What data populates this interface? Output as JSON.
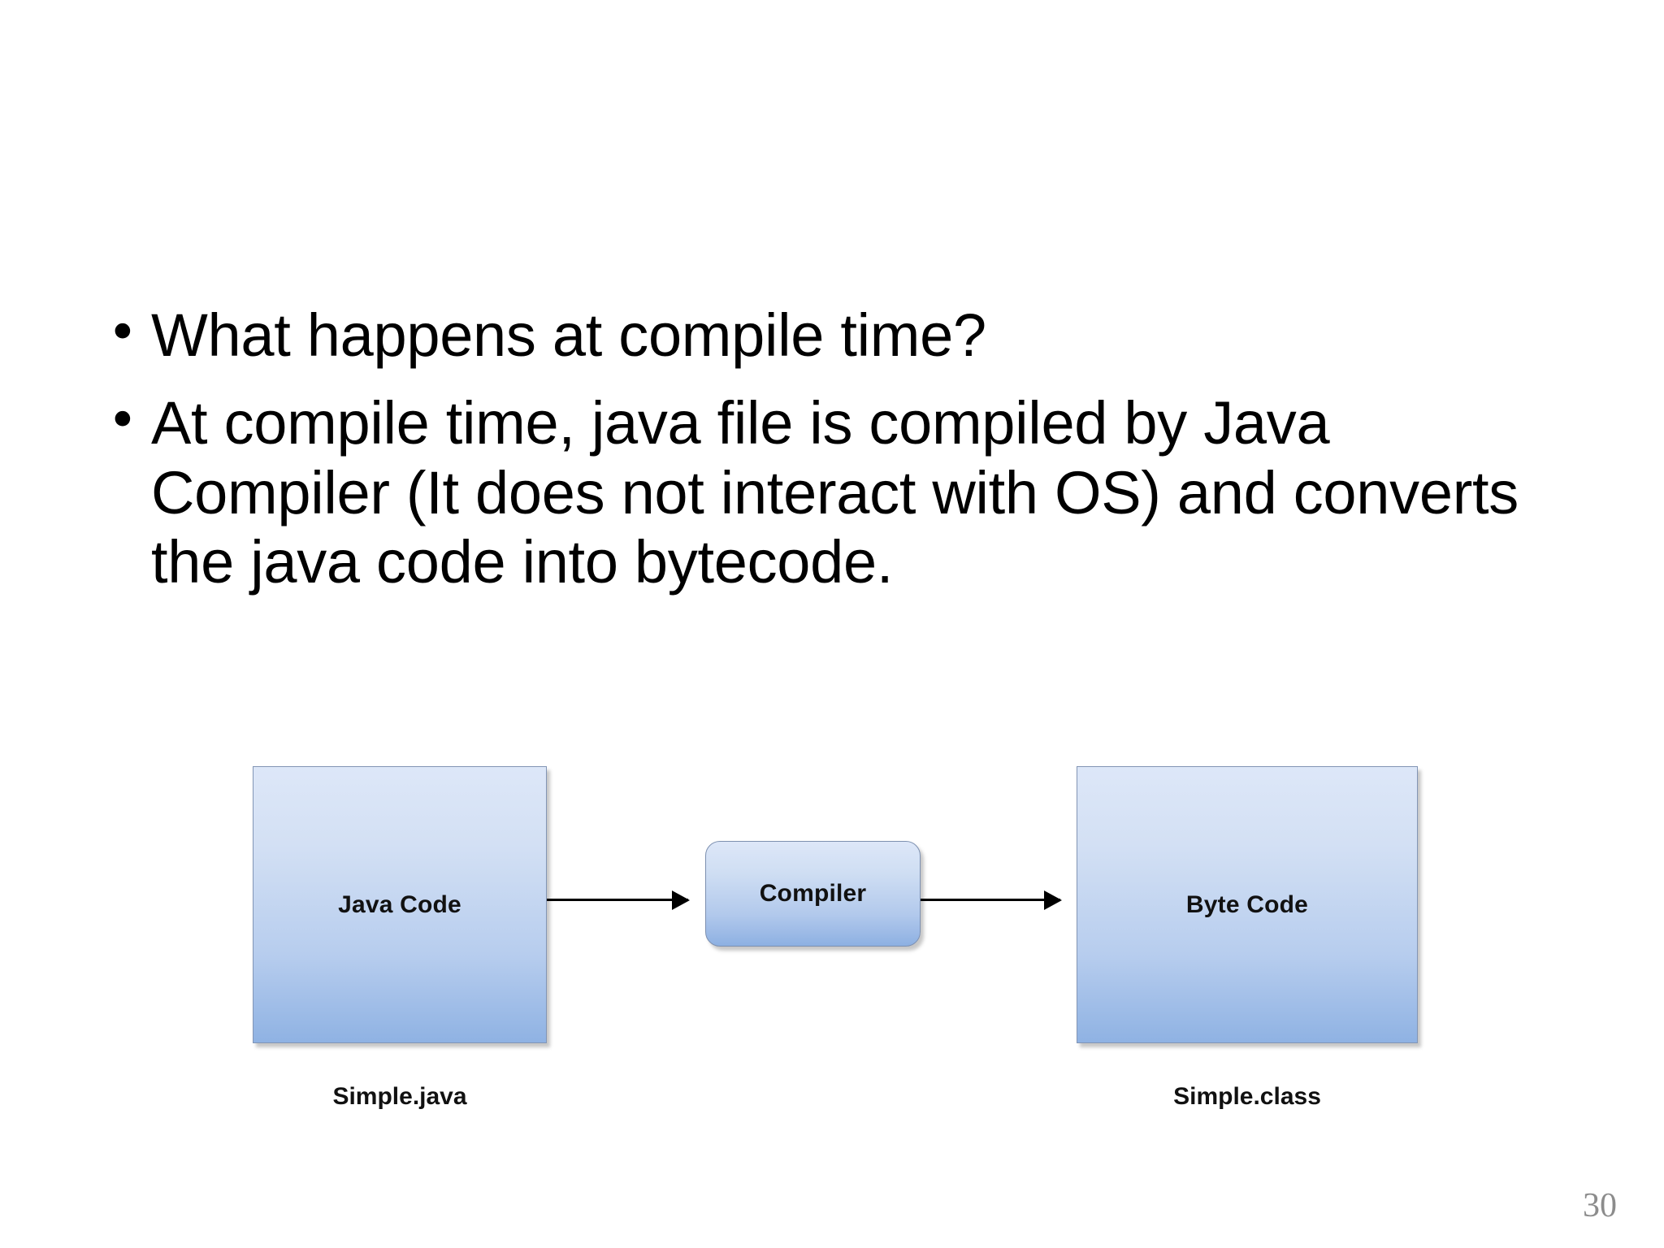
{
  "slide": {
    "page_number": "30",
    "background_color": "#ffffff"
  },
  "bullets": [
    {
      "marker": "•",
      "text": "What happens at compile time?"
    },
    {
      "marker": "•",
      "text": "At compile time, java file is compiled by Java Compiler (It does not interact with OS) and converts the java code into bytecode."
    }
  ],
  "diagram": {
    "type": "flow",
    "nodes": [
      {
        "id": "java-code",
        "label": "Java Code",
        "caption": "Simple.java",
        "shape": "rectangle"
      },
      {
        "id": "compiler",
        "label": "Compiler",
        "caption": "",
        "shape": "rounded-rectangle"
      },
      {
        "id": "byte-code",
        "label": "Byte Code",
        "caption": "Simple.class",
        "shape": "rectangle"
      }
    ],
    "edges": [
      {
        "from": "java-code",
        "to": "compiler",
        "style": "arrow"
      },
      {
        "from": "compiler",
        "to": "byte-code",
        "style": "arrow"
      }
    ],
    "colors": {
      "node_fill_top": "#dde7f8",
      "node_fill_bottom": "#8fb2e3",
      "node_border": "#8295b5",
      "arrow": "#000000",
      "label_text": "#111111"
    }
  }
}
